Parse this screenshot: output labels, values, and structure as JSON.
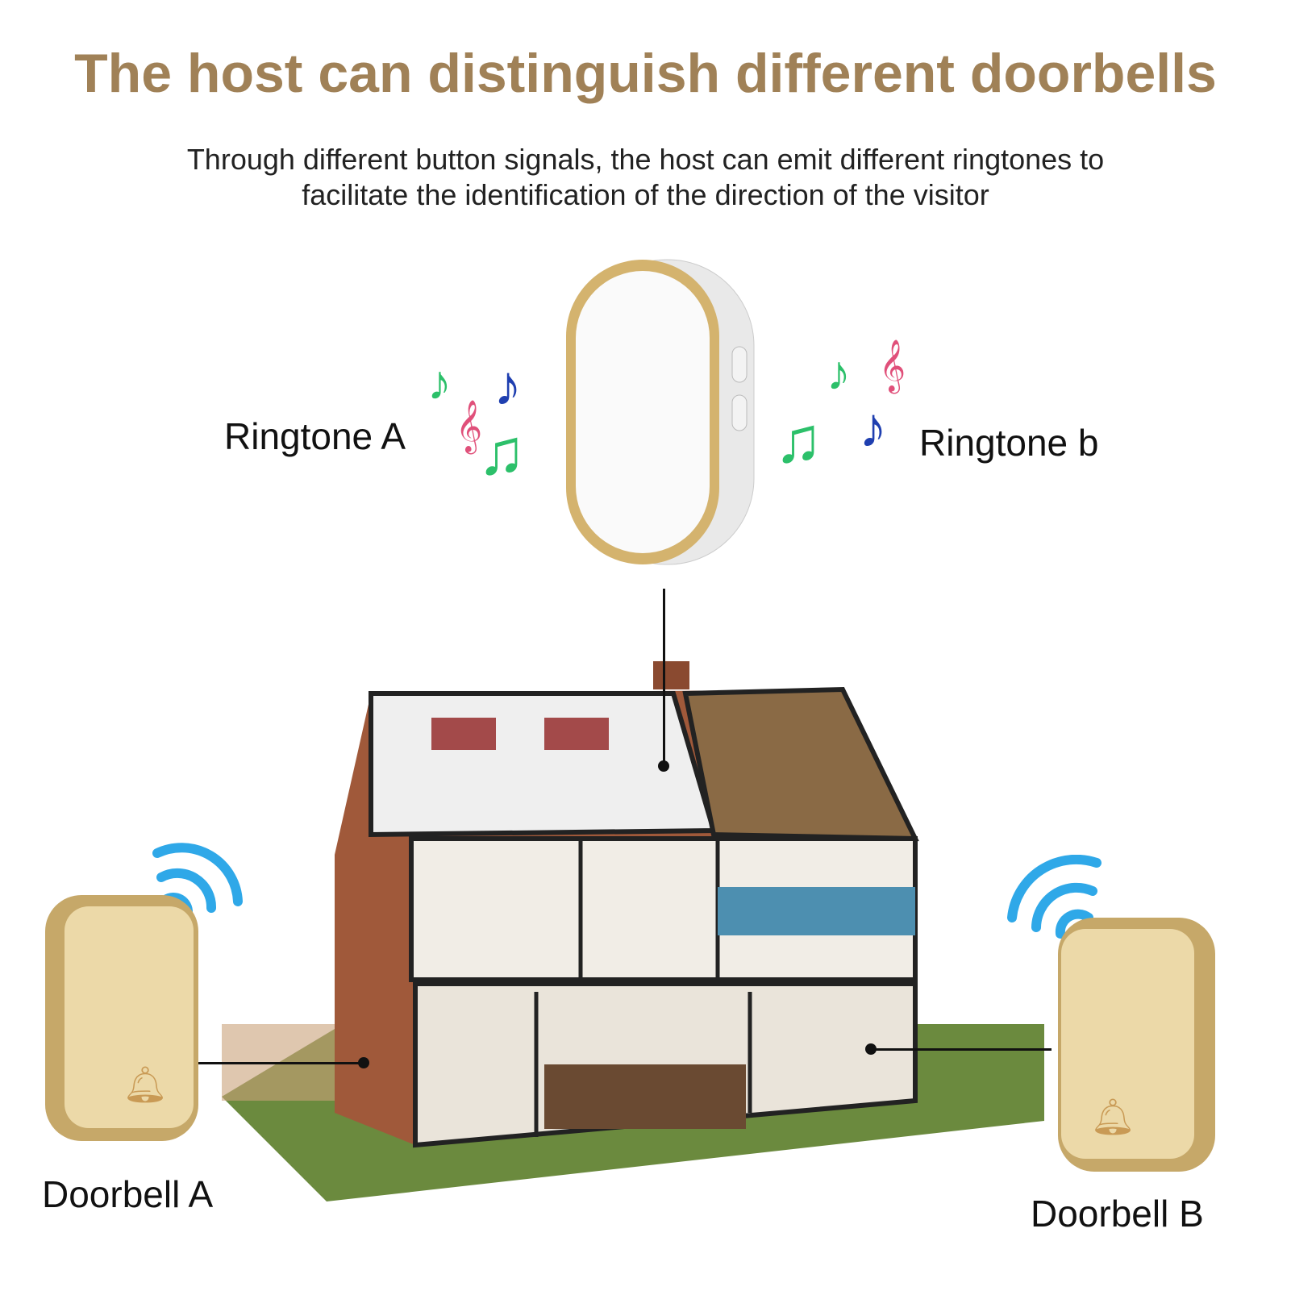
{
  "title": "The host can distinguish different doorbells",
  "subtitle_line1": "Through different button signals, the host can emit different ringtones to",
  "subtitle_line2": "facilitate the identification of the direction of the visitor",
  "labels": {
    "ringtone_a": "Ringtone A",
    "ringtone_b": "Ringtone b",
    "doorbell_a": "Doorbell A",
    "doorbell_b": "Doorbell B"
  },
  "colors": {
    "accent": "#a08157",
    "gold": "#d4b36e",
    "wave": "#2fa8e8",
    "note_green": "#2cc06a",
    "note_blue": "#1f3fb0",
    "note_pink": "#e0507a"
  }
}
